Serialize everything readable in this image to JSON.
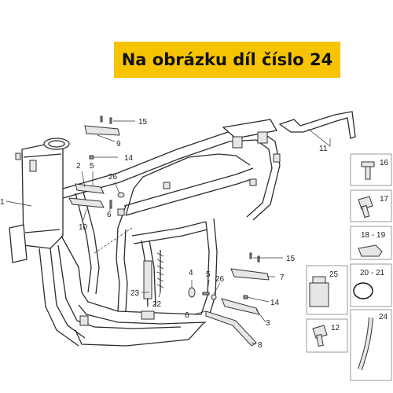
{
  "title": "Na obrázku díl číslo 24",
  "callouts": [
    "1",
    "2",
    "3",
    "4",
    "5",
    "5",
    "6",
    "6",
    "7",
    "8",
    "9",
    "10",
    "11",
    "14",
    "14",
    "15",
    "15",
    "22",
    "23",
    "26",
    "26"
  ],
  "legend": [
    {
      "label": "16"
    },
    {
      "label": "17"
    },
    {
      "label": "18 - 19"
    },
    {
      "label": "20 - 21"
    },
    {
      "label": "25"
    },
    {
      "label": "12"
    },
    {
      "label": "24"
    }
  ]
}
